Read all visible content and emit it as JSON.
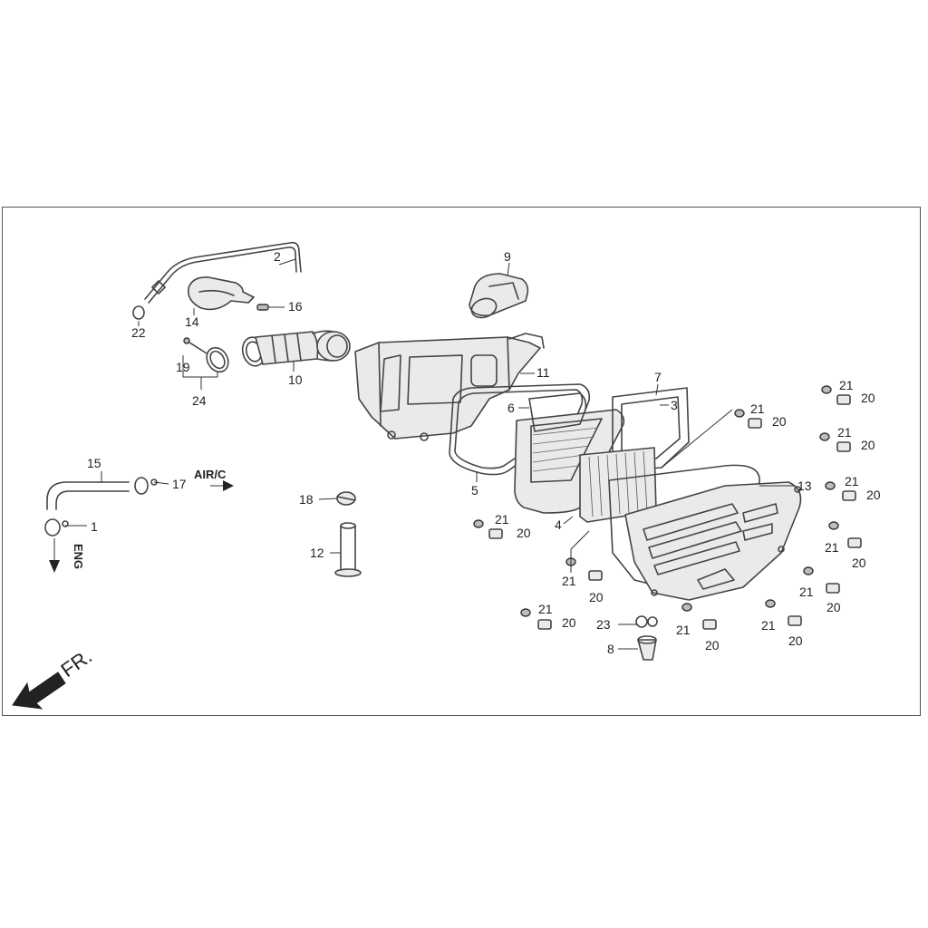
{
  "direction_labels": {
    "front": "FR.",
    "air_cleaner": "AIR/C",
    "engine": "ENG"
  },
  "callouts": {
    "n1": "1",
    "n2": "2",
    "n3": "3",
    "n4": "4",
    "n5": "5",
    "n6": "6",
    "n7": "7",
    "n8": "8",
    "n9": "9",
    "n10": "10",
    "n11": "11",
    "n12": "12",
    "n13": "13",
    "n14": "14",
    "n15": "15",
    "n16": "16",
    "n17": "17",
    "n18": "18",
    "n19": "19",
    "n20": "20",
    "n21": "21",
    "n22": "22",
    "n23": "23",
    "n24": "24"
  },
  "colors": {
    "line": "#444444",
    "background": "#ffffff"
  }
}
